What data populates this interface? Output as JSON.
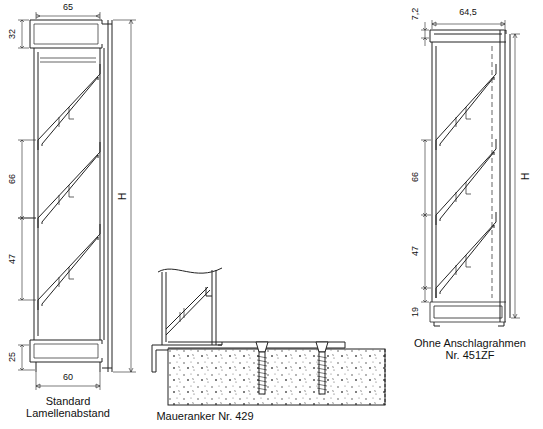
{
  "diagram": {
    "labels": [
      "65",
      "32",
      "66",
      "47",
      "H",
      "25",
      "60",
      "Standard Lamellenabstand",
      "Maueranker Nr. 429",
      "7,2",
      "64,5",
      "66",
      "47",
      "19",
      "H",
      "Ohne Anschlagrahmen Nr. 451ZF"
    ]
  }
}
